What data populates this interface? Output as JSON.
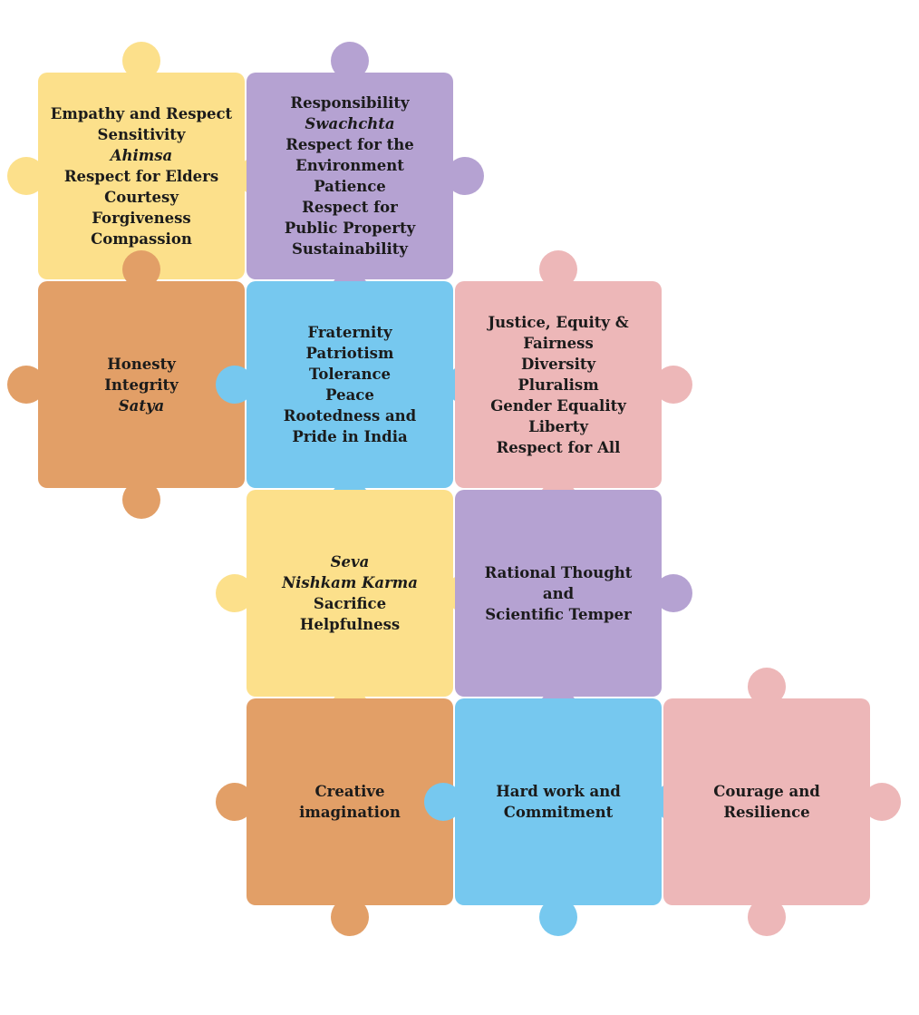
{
  "colors": {
    "yellow": "#FCE08B",
    "purple": "#B5A2D2",
    "orange": "#E29F67",
    "blue": "#76C8EF",
    "pink": "#EDB7B8"
  },
  "pieces": [
    {
      "id": "empathy",
      "color": "yellow",
      "lines": [
        {
          "text": "Empathy and Respect"
        },
        {
          "text": "Sensitivity"
        },
        {
          "text": "Ahimsa",
          "italic": true
        },
        {
          "text": "Respect for Elders"
        },
        {
          "text": "Courtesy"
        },
        {
          "text": "Forgiveness"
        },
        {
          "text": "Compassion"
        }
      ]
    },
    {
      "id": "responsibility",
      "color": "purple",
      "lines": [
        {
          "text": "Responsibility"
        },
        {
          "text": "Swachchta",
          "italic": true
        },
        {
          "text": "Respect for the"
        },
        {
          "text": "Environment"
        },
        {
          "text": "Patience"
        },
        {
          "text": "Respect for"
        },
        {
          "text": "Public Property"
        },
        {
          "text": "Sustainability"
        }
      ]
    },
    {
      "id": "honesty",
      "color": "orange",
      "lines": [
        {
          "text": "Honesty"
        },
        {
          "text": "Integrity"
        },
        {
          "text": "Satya",
          "italic": true
        }
      ]
    },
    {
      "id": "fraternity",
      "color": "blue",
      "lines": [
        {
          "text": "Fraternity"
        },
        {
          "text": "Patriotism"
        },
        {
          "text": "Tolerance"
        },
        {
          "text": "Peace"
        },
        {
          "text": "Rootedness and"
        },
        {
          "text": "Pride in India"
        }
      ]
    },
    {
      "id": "justice",
      "color": "pink",
      "lines": [
        {
          "text": "Justice, Equity &"
        },
        {
          "text": "Fairness"
        },
        {
          "text": "Diversity"
        },
        {
          "text": "Pluralism"
        },
        {
          "text": "Gender Equality"
        },
        {
          "text": "Liberty"
        },
        {
          "text": "Respect for All"
        }
      ]
    },
    {
      "id": "seva",
      "color": "yellow",
      "lines": [
        {
          "text": "Seva",
          "italic": true
        },
        {
          "text": "Nishkam Karma",
          "italic": true
        },
        {
          "text": "Sacrifice"
        },
        {
          "text": "Helpfulness"
        }
      ]
    },
    {
      "id": "rational",
      "color": "purple",
      "lines": [
        {
          "text": "Rational Thought"
        },
        {
          "text": "and"
        },
        {
          "text": "Scientific Temper"
        }
      ]
    },
    {
      "id": "creative",
      "color": "orange",
      "lines": [
        {
          "text": "Creative"
        },
        {
          "text": "imagination"
        }
      ]
    },
    {
      "id": "hardwork",
      "color": "blue",
      "lines": [
        {
          "text": "Hard work and"
        },
        {
          "text": "Commitment"
        }
      ]
    },
    {
      "id": "courage",
      "color": "pink",
      "lines": [
        {
          "text": "Courage and"
        },
        {
          "text": "Resilience"
        }
      ]
    }
  ]
}
